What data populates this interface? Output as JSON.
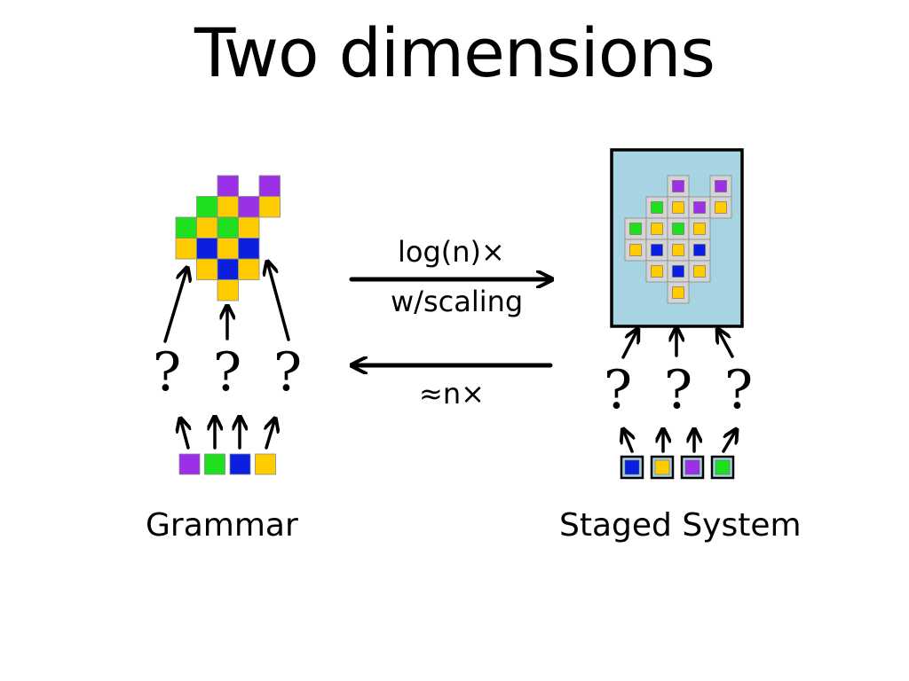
{
  "title": "Two dimensions",
  "left_label": "Grammar",
  "right_label": "Staged System",
  "forward_arrow": {
    "label_top": "log(n)×",
    "label_bottom": "w/scaling"
  },
  "backward_arrow": {
    "label": "≈n×"
  },
  "question_mark": "?",
  "colors": {
    "purple": "#9b30e6",
    "green": "#1fe01f",
    "yellow": "#ffcc00",
    "blue": "#0a1fe0",
    "bin_fill": "#a7d4e2",
    "grid_tile": "#d4d4d4"
  },
  "assembly_rows": [
    [
      "",
      "",
      "P",
      "",
      "P"
    ],
    [
      "",
      "G",
      "Y",
      "P",
      "Y"
    ],
    [
      "G",
      "Y",
      "G",
      "Y",
      ""
    ],
    [
      "Y",
      "B",
      "Y",
      "B",
      ""
    ],
    [
      "",
      "Y",
      "B",
      "Y",
      ""
    ],
    [
      "",
      "",
      "Y",
      "",
      ""
    ]
  ],
  "grammar_parts": [
    "P",
    "G",
    "B",
    "Y"
  ],
  "staged_parts": [
    "B",
    "Y",
    "P",
    "G"
  ]
}
